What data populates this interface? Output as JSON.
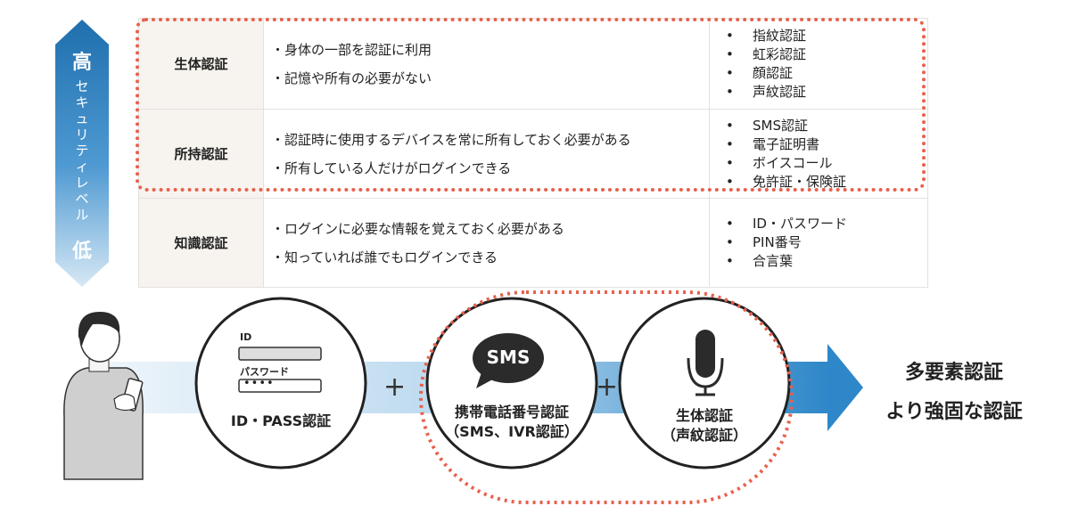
{
  "level": {
    "high": "高",
    "low": "低",
    "label": "セキュリティレベル"
  },
  "table": {
    "rows": [
      {
        "category": "生体認証",
        "desc": [
          "身体の一部を認証に利用",
          "記憶や所有の必要がない"
        ],
        "examples": [
          "指紋認証",
          "虹彩認証",
          "顔認証",
          "声紋認証"
        ]
      },
      {
        "category": "所持認証",
        "desc": [
          "認証時に使用するデバイスを常に所有しておく必要がある",
          "所有している人だけがログインできる"
        ],
        "examples": [
          "SMS認証",
          "電子証明書",
          "ボイスコール",
          "免許証・保険証"
        ]
      },
      {
        "category": "知識認証",
        "desc": [
          "ログインに必要な情報を覚えておく必要がある",
          "知っていれば誰でもログインできる"
        ],
        "examples": [
          "ID・パスワード",
          "PIN番号",
          "合言葉"
        ]
      }
    ]
  },
  "flow": {
    "id_label": "ID",
    "password_label": "パスワード",
    "password_mask": "••••",
    "step1": "ID・PASS認証",
    "plus": "+",
    "sms_bubble": "SMS",
    "step2_line1": "携帯電話番号認証",
    "step2_line2": "（SMS、IVR認証）",
    "step3_line1": "生体認証",
    "step3_line2": "（声紋認証）",
    "result_line1": "多要素認証",
    "result_line2": "より強固な認証"
  },
  "colors": {
    "arrow_blue": "#2e87c8",
    "dotted_red": "#e8604c",
    "category_bg": "#f7f3ee"
  }
}
